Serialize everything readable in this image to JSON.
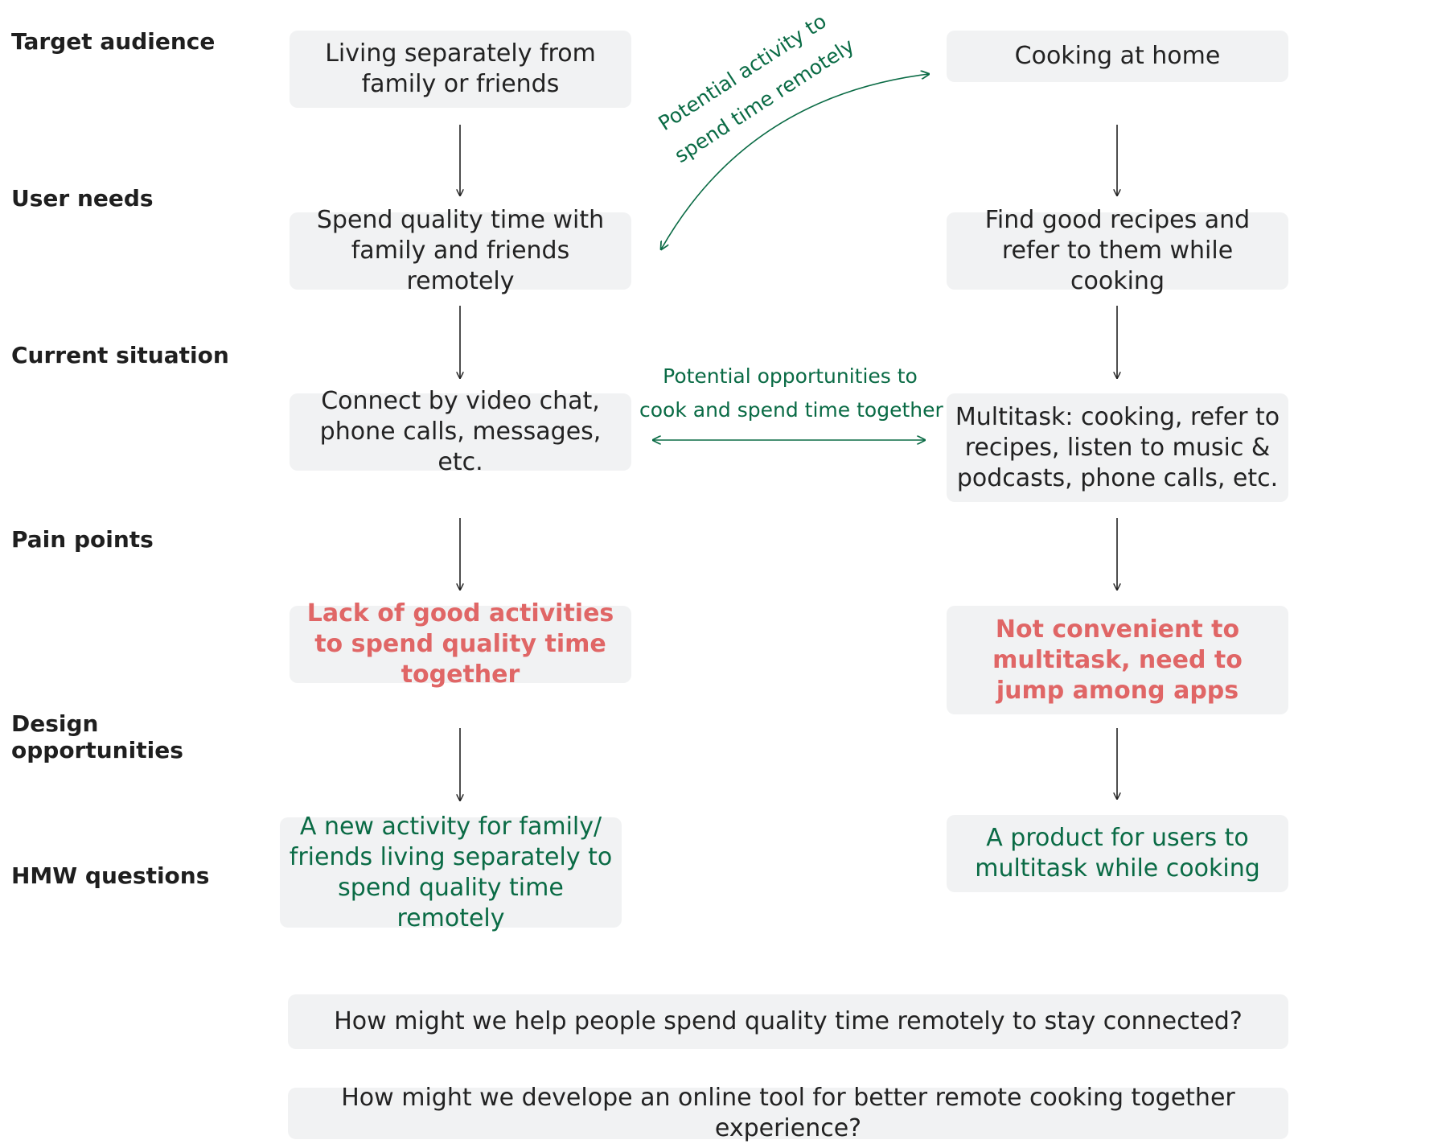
{
  "rows": {
    "target_audience": "Target audience",
    "user_needs": "User needs",
    "current_situation": "Current situation",
    "pain_points": "Pain points",
    "design_opportunities_1": "Design",
    "design_opportunities_2": "opportunities",
    "hmw_questions": "HMW questions"
  },
  "left": {
    "audience": "Living separately from family or friends",
    "needs": "Spend quality time with family and friends remotely",
    "situation": "Connect by video chat, phone calls, messages, etc.",
    "pain": "Lack of good activities to spend quality time together",
    "opportunity": "A new activity for family/ friends living separately to spend quality time remotely"
  },
  "right": {
    "audience": "Cooking at home",
    "needs": "Find good recipes and refer to them while cooking",
    "situation": "Multitask: cooking, refer to recipes, listen to music & podcasts, phone calls, etc.",
    "pain": "Not convenient to multitask, need to jump among apps",
    "opportunity": "A product for users to multitask while cooking"
  },
  "connectors": {
    "curve_line1": "Potential activity to",
    "curve_line2": "spend time remotely",
    "middle_line1": "Potential opportunities to",
    "middle_line2": "cook and spend time together"
  },
  "hmw": {
    "q1": "How might we help people spend quality time remotely to stay connected?",
    "q2": "How might we develope an online tool for better remote cooking together experience?"
  },
  "colors": {
    "green": "#0a6b45",
    "red": "#e06666",
    "box": "#f1f2f3"
  }
}
